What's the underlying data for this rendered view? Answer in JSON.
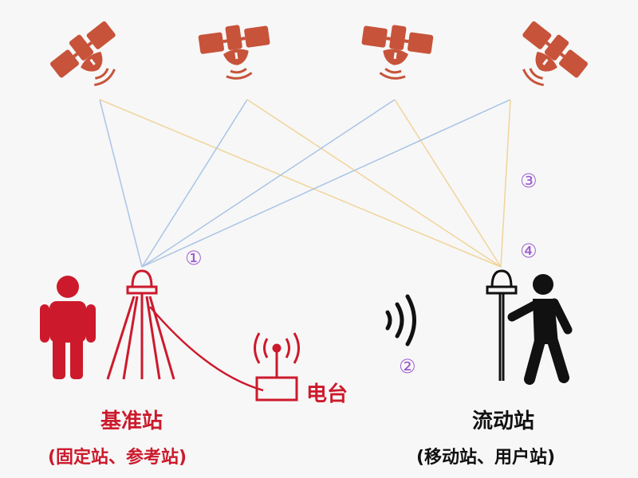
{
  "colors": {
    "red": "#cc1a2c",
    "black": "#111111",
    "satellite": "#c7533a",
    "line_blue": "#a9c4e6",
    "line_orange": "#f1d49a",
    "number": "#9b5bd0"
  },
  "icons": [
    "satellite-icon",
    "person-icon",
    "antenna-icon",
    "radio-icon",
    "signal-waves-icon",
    "walking-person-icon"
  ],
  "labels": {
    "base_station": "基准站",
    "base_station_sub": "(固定站、参考站)",
    "radio": "电台",
    "rover_station": "流动站",
    "rover_station_sub": "(移动站、用户站)"
  },
  "markers": {
    "m1": "①",
    "m2": "②",
    "m3": "③",
    "m4": "④"
  }
}
